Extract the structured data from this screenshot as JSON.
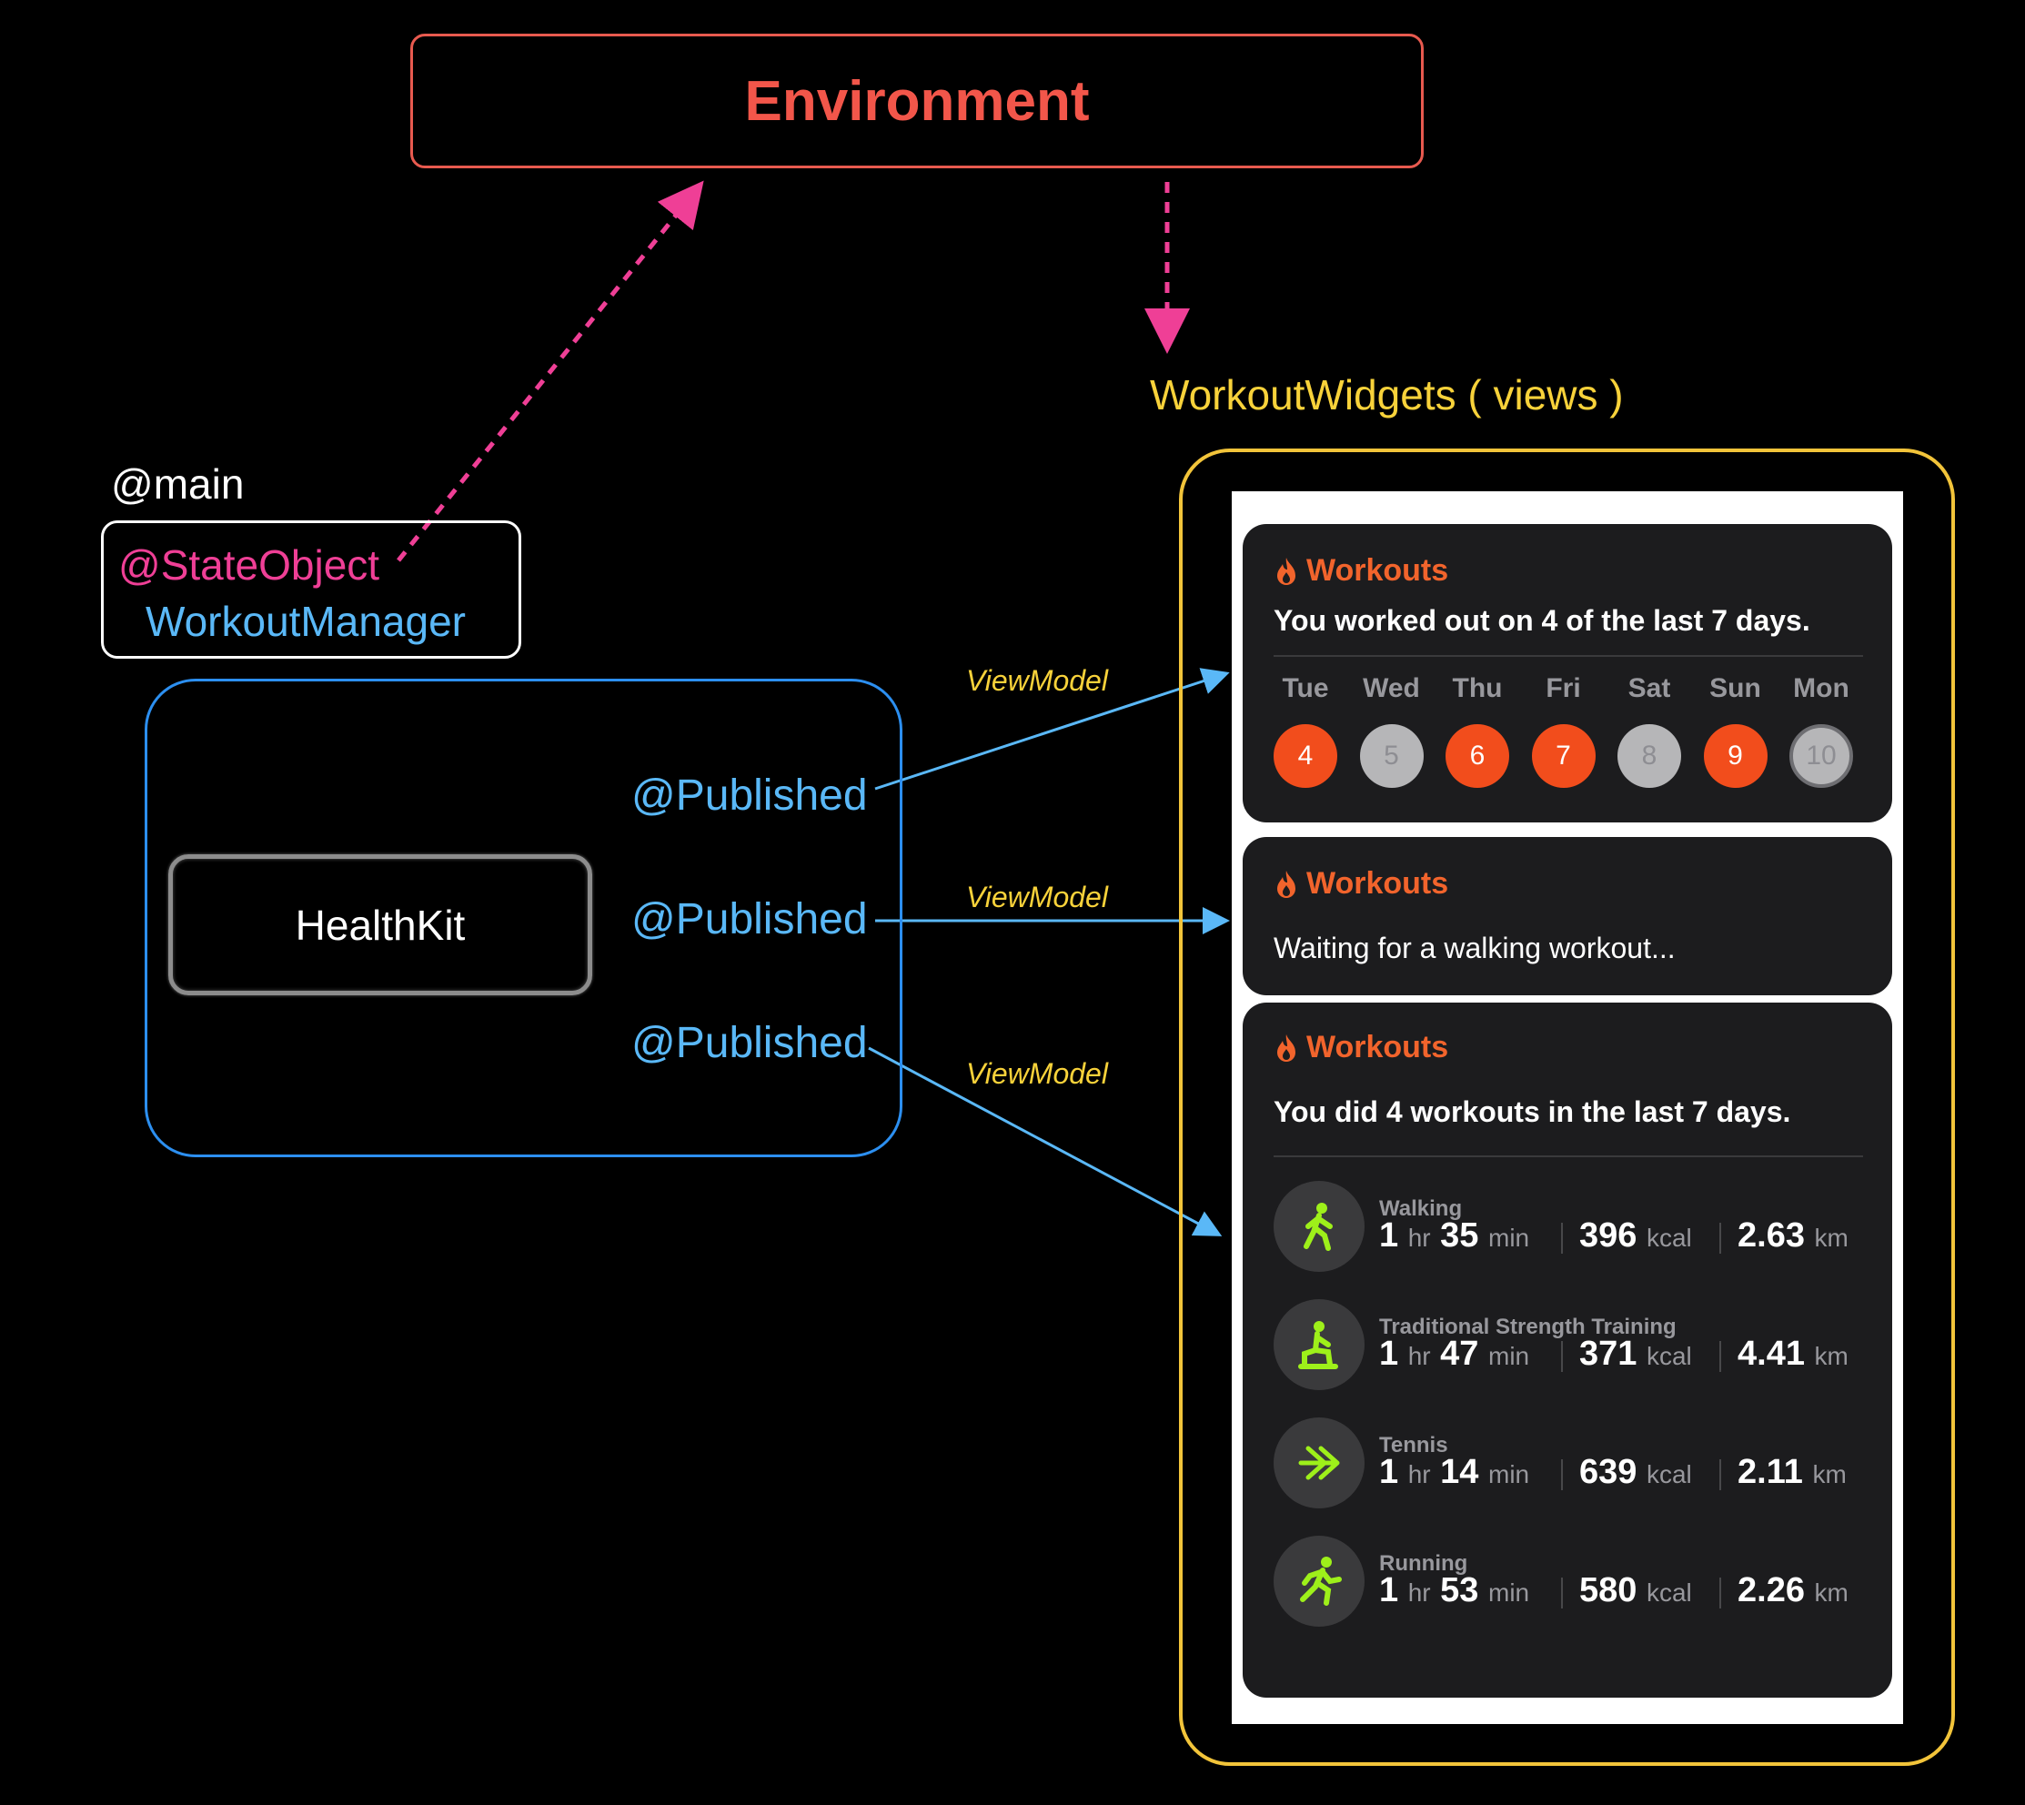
{
  "environment": {
    "title": "Environment"
  },
  "app": {
    "main_label": "@main",
    "state_object": "@StateObject",
    "workout_manager": "WorkoutManager"
  },
  "manager": {
    "healthkit": "HealthKit",
    "published": [
      "@Published",
      "@Published",
      "@Published"
    ]
  },
  "connections": {
    "viewmodel_label": "ViewModel"
  },
  "widgets": {
    "title": "WorkoutWidgets ( views )",
    "cards": [
      {
        "header": "Workouts",
        "text": "You worked out on 4 of the last 7 days.",
        "days": [
          {
            "label": "Tue",
            "num": "4",
            "state": "on"
          },
          {
            "label": "Wed",
            "num": "5",
            "state": "off"
          },
          {
            "label": "Thu",
            "num": "6",
            "state": "on"
          },
          {
            "label": "Fri",
            "num": "7",
            "state": "on"
          },
          {
            "label": "Sat",
            "num": "8",
            "state": "off"
          },
          {
            "label": "Sun",
            "num": "9",
            "state": "on"
          },
          {
            "label": "Mon",
            "num": "10",
            "state": "today"
          }
        ]
      },
      {
        "header": "Workouts",
        "text": "Waiting for a walking workout..."
      },
      {
        "header": "Workouts",
        "text": "You did 4 workouts in the last 7 days.",
        "workouts": [
          {
            "type": "Walking",
            "icon": "walking-icon",
            "h": "1",
            "h_unit": "hr",
            "m": "35",
            "m_unit": "min",
            "kcal": "396",
            "kcal_unit": "kcal",
            "km": "2.63",
            "km_unit": "km"
          },
          {
            "type": "Traditional Strength Training",
            "icon": "strength-training-icon",
            "h": "1",
            "h_unit": "hr",
            "m": "47",
            "m_unit": "min",
            "kcal": "371",
            "kcal_unit": "kcal",
            "km": "4.41",
            "km_unit": "km"
          },
          {
            "type": "Tennis",
            "icon": "tennis-icon",
            "h": "1",
            "h_unit": "hr",
            "m": "14",
            "m_unit": "min",
            "kcal": "639",
            "kcal_unit": "kcal",
            "km": "2.11",
            "km_unit": "km"
          },
          {
            "type": "Running",
            "icon": "running-icon",
            "h": "1",
            "h_unit": "hr",
            "m": "53",
            "m_unit": "min",
            "kcal": "580",
            "kcal_unit": "kcal",
            "km": "2.26",
            "km_unit": "km"
          }
        ]
      }
    ]
  },
  "colors": {
    "environment": "#f2564a",
    "state_object": "#ef3f96",
    "published": "#5ab8f7",
    "viewmodel": "#f8d23a",
    "workout_accent": "#f24d1c",
    "activity_green": "#9ef01a"
  }
}
